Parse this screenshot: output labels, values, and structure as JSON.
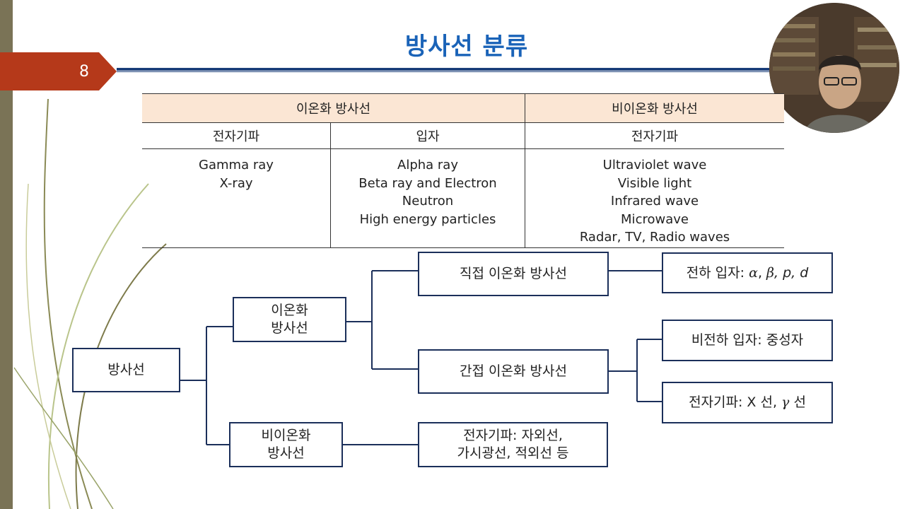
{
  "slide": {
    "number": "8",
    "title": "방사선 분류"
  },
  "table": {
    "ionizing_header": "이온화 방사선",
    "nonionizing_header": "비이온화 방사선",
    "sub_headers": [
      "전자기파",
      "입자",
      "전자기파"
    ],
    "col1": [
      "Gamma ray",
      "X-ray"
    ],
    "col2": [
      "Alpha ray",
      "Beta ray and Electron",
      "Neutron",
      "High energy particles"
    ],
    "col3": [
      "Ultraviolet wave",
      "Visible light",
      "Infrared wave",
      "Microwave",
      "Radar, TV, Radio waves"
    ]
  },
  "diagram": {
    "root": "방사선",
    "ionizing": [
      "이온화",
      "방사선"
    ],
    "nonionizing": [
      "비이온화",
      "방사선"
    ],
    "direct": "직접 이온화 방사선",
    "indirect": "간접 이온화 방사선",
    "charged_prefix": "전하 입자: ",
    "charged_symbols": [
      "α",
      "β"
    ],
    "charged_suffix": ", p, d",
    "uncharged": "비전하 입자: 중성자",
    "em_prefix": "전자기파: X 선, ",
    "em_gamma": "γ",
    "em_suffix": " 선",
    "nonion_em": [
      "전자기파: 자외선,",
      "가시광선, 적외선 등"
    ]
  }
}
